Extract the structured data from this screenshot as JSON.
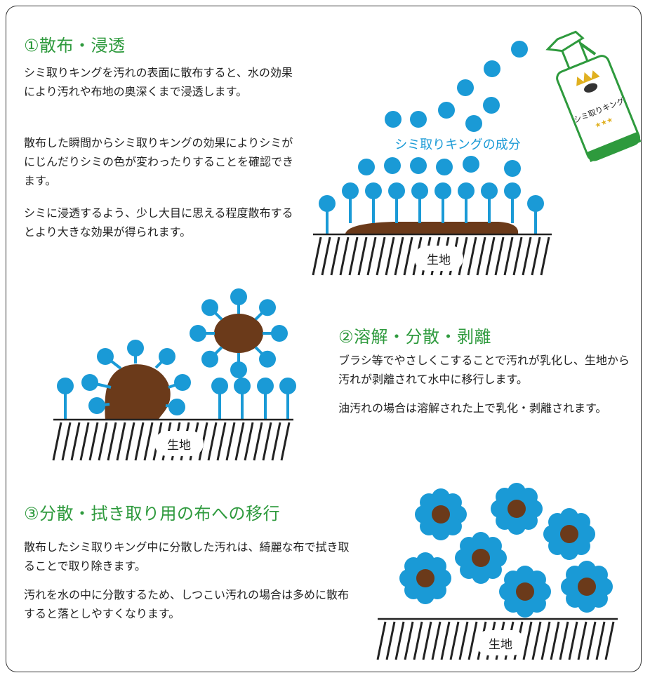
{
  "section1": {
    "title": "①散布・浸透",
    "paragraphs": [
      "シミ取りキングを汚れの表面に散布すると、水の効果により汚れや布地の奥深くまで浸透します。",
      "散布した瞬間からシミ取りキングの効果によりシミがにじんだりシミの色が変わったりすることを確認できます。",
      "シミに浸透するよう、少し大目に思える程度散布するとより大きな効果が得られます。"
    ],
    "component_label": "シミ取りキングの成分",
    "bottle_label": "シミ取りキング",
    "fabric_label": "生地"
  },
  "section2": {
    "title": "②溶解・分散・剥離",
    "paragraphs": [
      "ブラシ等でやさしくこすることで汚れが乳化し、生地から汚れが剥離されて水中に移行します。",
      "油汚れの場合は溶解された上で乳化・剥離されます。"
    ],
    "fabric_label": "生地"
  },
  "section3": {
    "title": "③分散・拭き取り用の布への移行",
    "paragraphs": [
      "散布したシミ取りキング中に分散した汚れは、綺麗な布で拭き取ることで取り除きます。",
      "汚れを水の中に分散するため、しつこい汚れの場合は多めに散布すると落としやすくなります。"
    ],
    "fabric_label": "生地"
  },
  "colors": {
    "heading_green": "#2e9a3d",
    "molecule_blue": "#1a9ad6",
    "dirt_brown": "#6b3a1a",
    "text": "#222222"
  }
}
